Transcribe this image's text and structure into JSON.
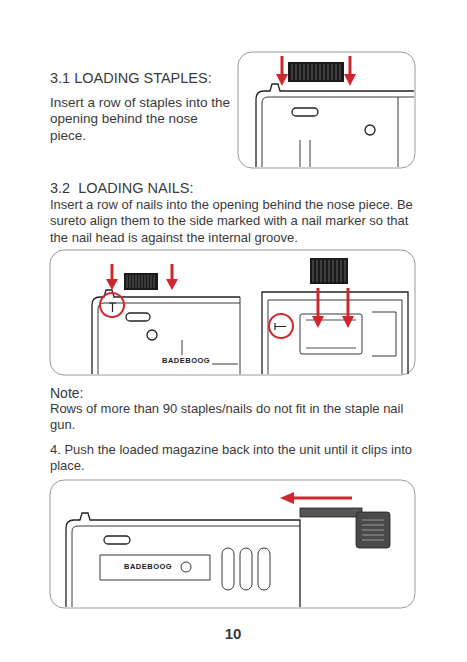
{
  "diagram": {
    "labels": [
      "3.1 LOADING STAPLES:",
      "Insert a row of staples into the opening behind the nose piece.",
      "3.2  LOADING NAILS:",
      "Insert a row of nails into the opening behind the nose piece. Be sureto align them to the side marked with a nail marker so that the nail head is against the internal groove.",
      "BADEBOOG",
      "Note:",
      "Rows of more than 90 staples/nails do not fit in the staple nail gun.",
      "4. Push the loaded magazine back into the unit until it clips into place.",
      "BADEBOOG",
      "10"
    ]
  }
}
